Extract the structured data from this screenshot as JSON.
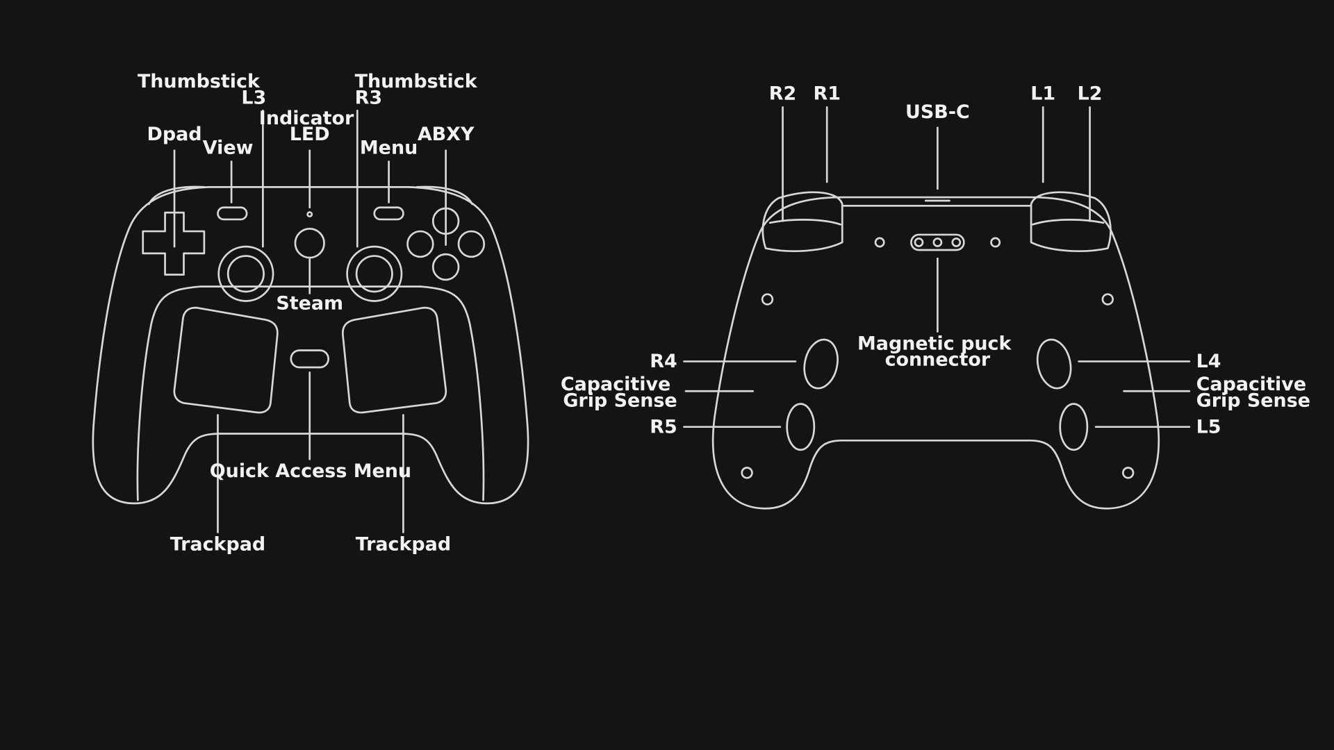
{
  "colors": {
    "background": "#141414",
    "line": "#d8d8d8",
    "text": "#f2f2f2"
  },
  "front": {
    "dpad": "Dpad",
    "view": "View",
    "thumbstick_l3": [
      "Thumbstick",
      "L3"
    ],
    "indicator_led": [
      "Indicator",
      "LED"
    ],
    "thumbstick_r3": [
      "Thumbstick",
      "R3"
    ],
    "menu": "Menu",
    "abxy": "ABXY",
    "steam": "Steam",
    "quick_access_menu": "Quick Access Menu",
    "trackpad_left": "Trackpad",
    "trackpad_right": "Trackpad"
  },
  "back": {
    "r2": "R2",
    "r1": "R1",
    "usb_c": "USB-C",
    "l1": "L1",
    "l2": "L2",
    "magnetic_puck_connector": [
      "Magnetic puck",
      "connector"
    ],
    "r4": "R4",
    "capacitive_grip_sense_right": [
      "Capacitive",
      "Grip Sense"
    ],
    "r5": "R5",
    "l4": "L4",
    "capacitive_grip_sense_left": [
      "Capacitive",
      "Grip Sense"
    ],
    "l5": "L5"
  }
}
